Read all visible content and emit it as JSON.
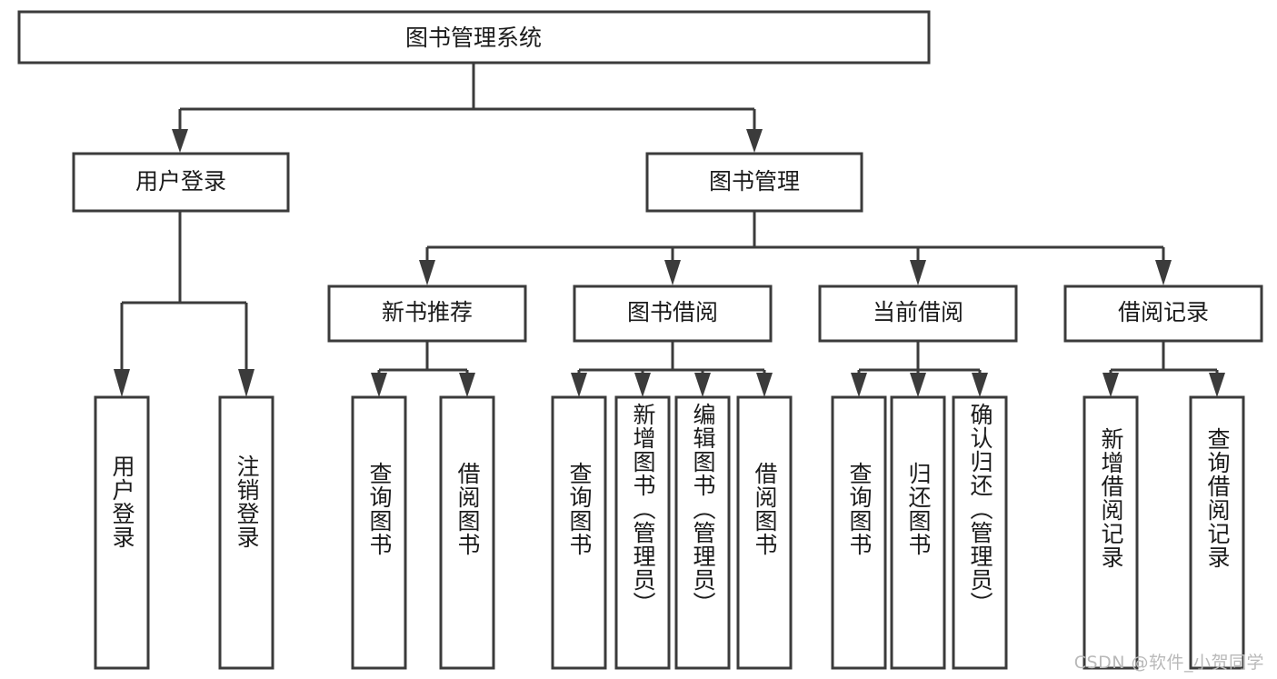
{
  "diagram": {
    "title": "图书管理系统",
    "type": "tree-hierarchy-diagram",
    "root": {
      "label": "图书管理系统"
    },
    "level2": [
      {
        "label": "用户登录"
      },
      {
        "label": "图书管理"
      }
    ],
    "level3": [
      {
        "label": "新书推荐"
      },
      {
        "label": "图书借阅"
      },
      {
        "label": "当前借阅"
      },
      {
        "label": "借阅记录"
      }
    ],
    "leaves": {
      "user_login": [
        {
          "label": "用户登录"
        },
        {
          "label": "注销登录"
        }
      ],
      "new_book_recommend": [
        {
          "label": "查询图书"
        },
        {
          "label": "借阅图书"
        }
      ],
      "book_borrow": [
        {
          "label": "查询图书"
        },
        {
          "label": "新增图书（管理员）"
        },
        {
          "label": "编辑图书（管理员）"
        },
        {
          "label": "借阅图书"
        }
      ],
      "current_borrow": [
        {
          "label": "查询图书"
        },
        {
          "label": "归还图书"
        },
        {
          "label": "确认归还（管理员）"
        }
      ],
      "borrow_record": [
        {
          "label": "新增借阅记录"
        },
        {
          "label": "查询借阅记录"
        }
      ]
    },
    "colors": {
      "stroke": "#3b3b3b",
      "fill": "#ffffff",
      "text": "#1b1b1b",
      "watermark": "#b9b9b9"
    }
  },
  "watermark": {
    "text": "CSDN @软件_小贺同学"
  }
}
